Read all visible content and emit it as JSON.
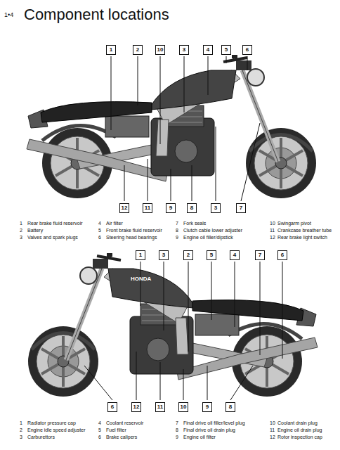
{
  "diagram": {
    "title": "Component locations",
    "labels": [
      "1•4",
      "1",
      "2",
      "10",
      "3",
      "4",
      "5",
      "6",
      "12",
      "11",
      "9",
      "8",
      "3",
      "7",
      "1",
      "Rear brake fluid reservoir",
      "2",
      "Battery",
      "3",
      "Valves and spark plugs",
      "4",
      "Air filter",
      "5",
      "Front brake fluid reservoir",
      "6",
      "Steering head bearings",
      "7",
      "Fork seals",
      "8",
      "Clutch cable lower adjuster",
      "9",
      "Engine oil filler/dipstick",
      "10",
      "Swingarm pivot",
      "11",
      "Crankcase breather tube",
      "12",
      "Rear brake light switch",
      "HONDA",
      "1",
      "3",
      "2",
      "5",
      "4",
      "7",
      "6",
      "6",
      "12",
      "11",
      "10",
      "9",
      "8",
      "1",
      "Radiator pressure cap",
      "2",
      "Engine idle speed adjuster",
      "3",
      "Carburettors",
      "4",
      "Coolant reservoir",
      "5",
      "Fuel filter",
      "6",
      "Brake calipers",
      "7",
      "Final drive oil filler/level plug",
      "8",
      "Final drive oil drain plug",
      "9",
      "Engine oil filter",
      "10",
      "Coolant drain plug",
      "11",
      "Engine oil drain plug",
      "12",
      "Rotor inspection cap"
    ]
  }
}
